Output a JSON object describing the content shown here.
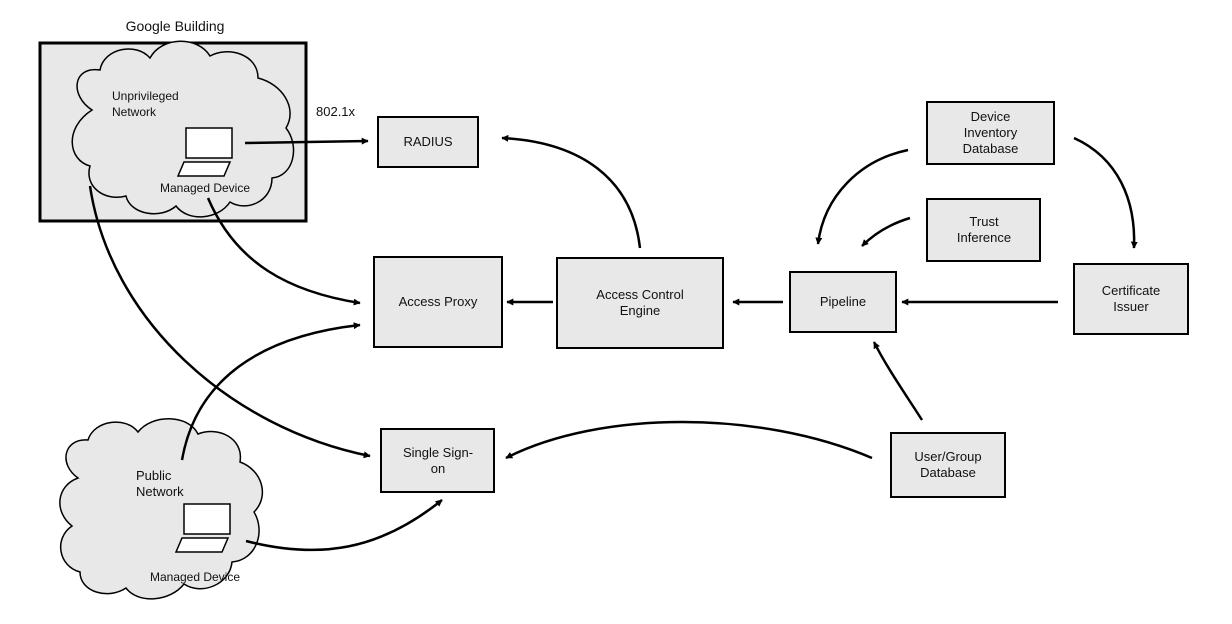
{
  "building": {
    "title": "Google Building"
  },
  "unprivileged": {
    "network_label": "Unprivileged Network",
    "device_label": "Managed Device",
    "link_label": "802.1x"
  },
  "public": {
    "network_label": "Public Network",
    "device_label": "Managed Device"
  },
  "nodes": {
    "radius": "RADIUS",
    "access_proxy": "Access Proxy",
    "access_control_engine": "Access Control Engine",
    "pipeline": "Pipeline",
    "device_inventory": "Device Inventory Database",
    "trust_inference": "Trust Inference",
    "certificate_issuer": "Certificate Issuer",
    "single_sign_on": "Single Sign-on",
    "user_group_db": "User/Group Database"
  },
  "colors": {
    "box_fill": "#e8e8e8",
    "stroke": "#000000"
  }
}
